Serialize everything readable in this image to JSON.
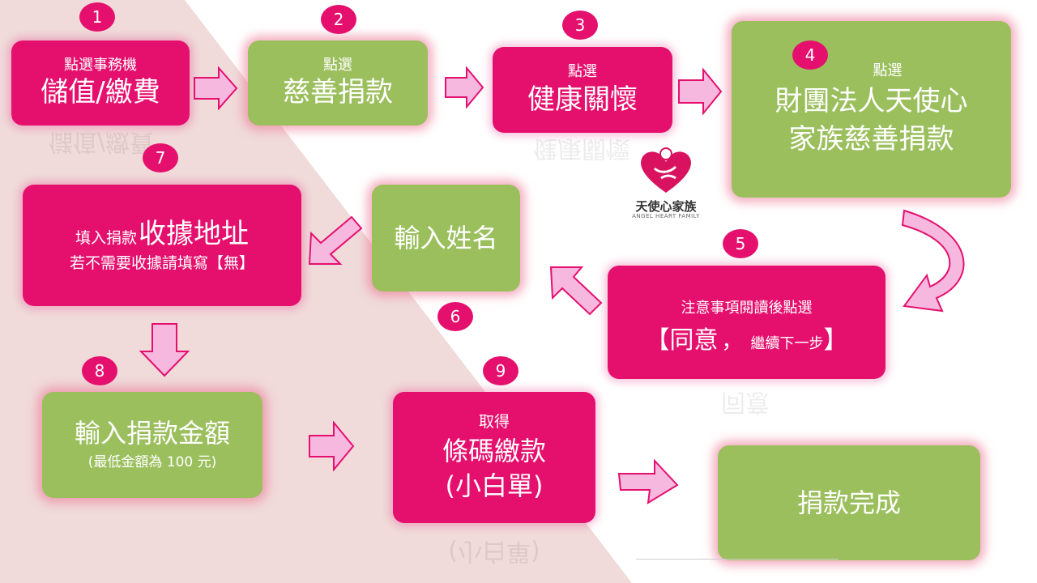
{
  "steps": [
    {
      "num": "1",
      "small": "點選事務機",
      "large": "儲值/繳費"
    },
    {
      "num": "2",
      "small": "點選",
      "large": "慈善捐款"
    },
    {
      "num": "3",
      "small": "點選",
      "large": "健康關懷"
    },
    {
      "num": "4",
      "small": "點選",
      "line1": "財團法人天使心",
      "line2": "家族慈善捐款"
    },
    {
      "num": "5",
      "line1": "注意事項閱讀後點選",
      "bracket_open": "【",
      "agree": "同意",
      "comma": "，",
      "continue": "繼續下一步",
      "bracket_close": "】"
    },
    {
      "num": "6",
      "large": "輸入姓名"
    },
    {
      "num": "7",
      "prefix": "填入捐款",
      "large": "收據地址",
      "line2": "若不需要收據請填寫【無】"
    },
    {
      "num": "8",
      "large": "輸入捐款金額",
      "small": "(最低金額為 100 元)"
    },
    {
      "num": "9",
      "small": "取得",
      "line1": "條碼繳款",
      "line2": "(小白單)"
    }
  ],
  "final": {
    "label": "捐款完成"
  },
  "logo": {
    "name": "天使心家族",
    "sub": "ANGEL HEART FAMILY",
    "icon": "angel-heart-icon"
  },
  "colors": {
    "pink": "#e5106e",
    "green": "#9bbf5d",
    "arrow_fill": "#f7b8e0",
    "arrow_stroke": "#e5106e",
    "background_triangle": "#f0dada"
  }
}
